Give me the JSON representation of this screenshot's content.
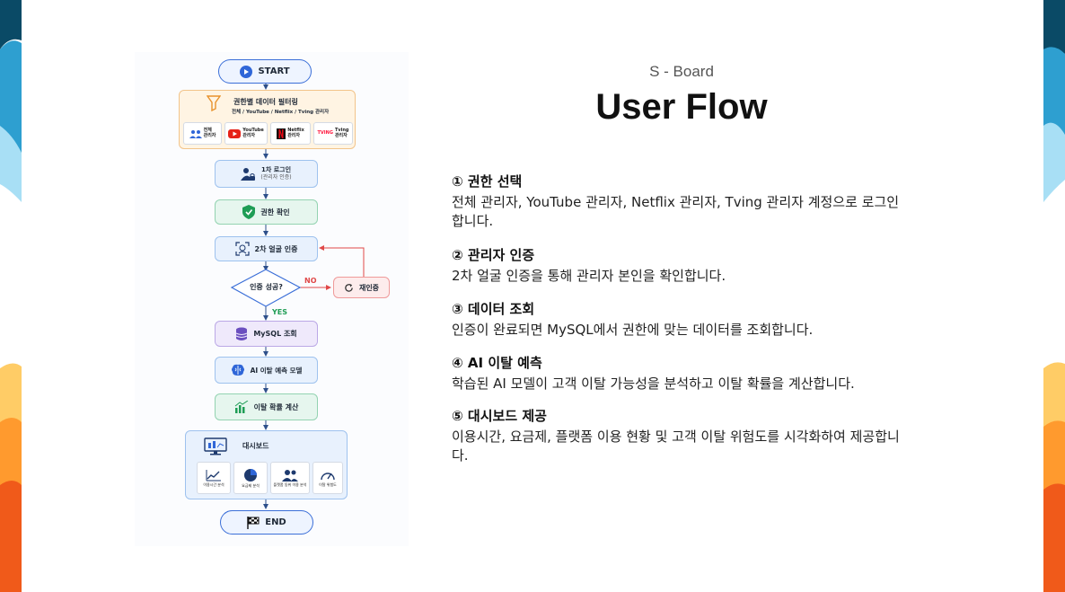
{
  "slide": {
    "subtitle": "S - Board",
    "title": "User Flow"
  },
  "colors": {
    "primary": "#3b6fd8",
    "success": "#1f9d55",
    "danger": "#e04848",
    "deco_dark": "#0a4a66",
    "deco_orange": "#f05a1a"
  },
  "flow": {
    "start": "START",
    "filter": {
      "title": "권한별 데이터 필터링",
      "subtitle": "전체 / YouTube / Netflix / Tving 관리자",
      "options": [
        {
          "line1": "전체",
          "line2": "관리자",
          "icon": "users-icon"
        },
        {
          "line1": "YouTube",
          "line2": "관리자",
          "icon": "youtube-icon"
        },
        {
          "line1": "Netflix",
          "line2": "관리자",
          "icon": "netflix-icon"
        },
        {
          "line1": "Tving",
          "line2": "관리자",
          "icon": "tving-icon",
          "brand": "TVING"
        }
      ]
    },
    "login": {
      "title": "1차 로그인",
      "sub": "(관리자 인증)"
    },
    "auth_check": "권한 확인",
    "face_auth": "2차 얼굴 인증",
    "decision": "인증 성공?",
    "no_label": "NO",
    "yes_label": "YES",
    "retry": "재인증",
    "mysql": "MySQL 조회",
    "ai_model": "AI 이탈 예측 모델",
    "churn_calc": "이탈 확률 계산",
    "dashboard": {
      "title": "대시보드",
      "items": [
        {
          "label": "이용시간 분석",
          "icon": "line-chart-icon"
        },
        {
          "label": "요금제 분석",
          "icon": "pie-chart-icon"
        },
        {
          "label": "플랫폼 동위 이용 분석",
          "icon": "users-icon"
        },
        {
          "label": "이탈 위험도",
          "icon": "gauge-icon"
        }
      ]
    },
    "end": "END"
  },
  "steps": [
    {
      "heading": "① 권한 선택",
      "body": " 전체 관리자, YouTube 관리자, Netflix 관리자, Tving 관리자 계정으로 로그인합니다."
    },
    {
      "heading": "② 관리자 인증",
      "body": " 2차 얼굴 인증을 통해 관리자 본인을 확인합니다."
    },
    {
      "heading": "③ 데이터 조회",
      "body": " 인증이 완료되면 MySQL에서 권한에 맞는 데이터를 조회합니다."
    },
    {
      "heading": "④ AI 이탈 예측",
      "body": " 학습된 AI 모델이 고객 이탈 가능성을 분석하고 이탈 확률을 계산합니다."
    },
    {
      "heading": "⑤ 대시보드 제공",
      "body": " 이용시간, 요금제, 플랫폼 이용 현황 및 고객 이탈 위험도를 시각화하여 제공합니다."
    }
  ]
}
